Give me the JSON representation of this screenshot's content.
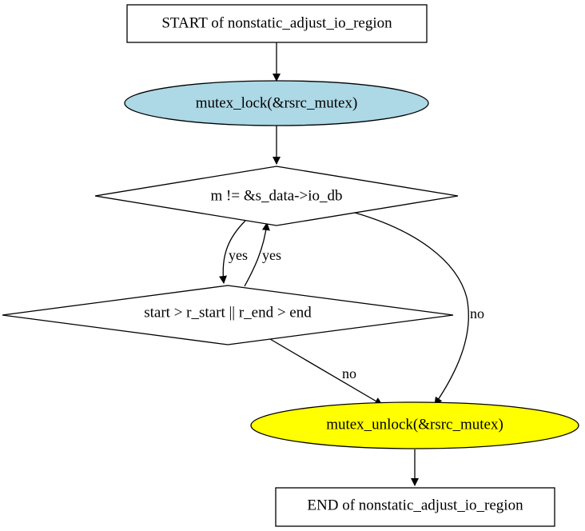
{
  "nodes": {
    "start": {
      "label": "START of nonstatic_adjust_io_region",
      "shape": "box",
      "fill": "#ffffff"
    },
    "lock": {
      "label": "mutex_lock(&rsrc_mutex)",
      "shape": "ellipse",
      "fill": "#add8e6"
    },
    "loop_cond": {
      "label": "m != &s_data->io_db",
      "shape": "diamond",
      "fill": "#ffffff"
    },
    "range_cond": {
      "label": "start > r_start || r_end > end",
      "shape": "diamond",
      "fill": "#ffffff"
    },
    "unlock": {
      "label": "mutex_unlock(&rsrc_mutex)",
      "shape": "ellipse",
      "fill": "#ffff00"
    },
    "end": {
      "label": "END of nonstatic_adjust_io_region",
      "shape": "box",
      "fill": "#ffffff"
    }
  },
  "edges": {
    "start_to_lock": {
      "from": "start",
      "to": "lock",
      "label": ""
    },
    "lock_to_loop": {
      "from": "lock",
      "to": "loop_cond",
      "label": ""
    },
    "loop_to_range": {
      "from": "loop_cond",
      "to": "range_cond",
      "label": "yes"
    },
    "range_to_loop": {
      "from": "range_cond",
      "to": "loop_cond",
      "label": "yes"
    },
    "loop_to_unlock": {
      "from": "loop_cond",
      "to": "unlock",
      "label": "no"
    },
    "range_to_unlock": {
      "from": "range_cond",
      "to": "unlock",
      "label": "no"
    },
    "unlock_to_end": {
      "from": "unlock",
      "to": "end",
      "label": ""
    }
  }
}
